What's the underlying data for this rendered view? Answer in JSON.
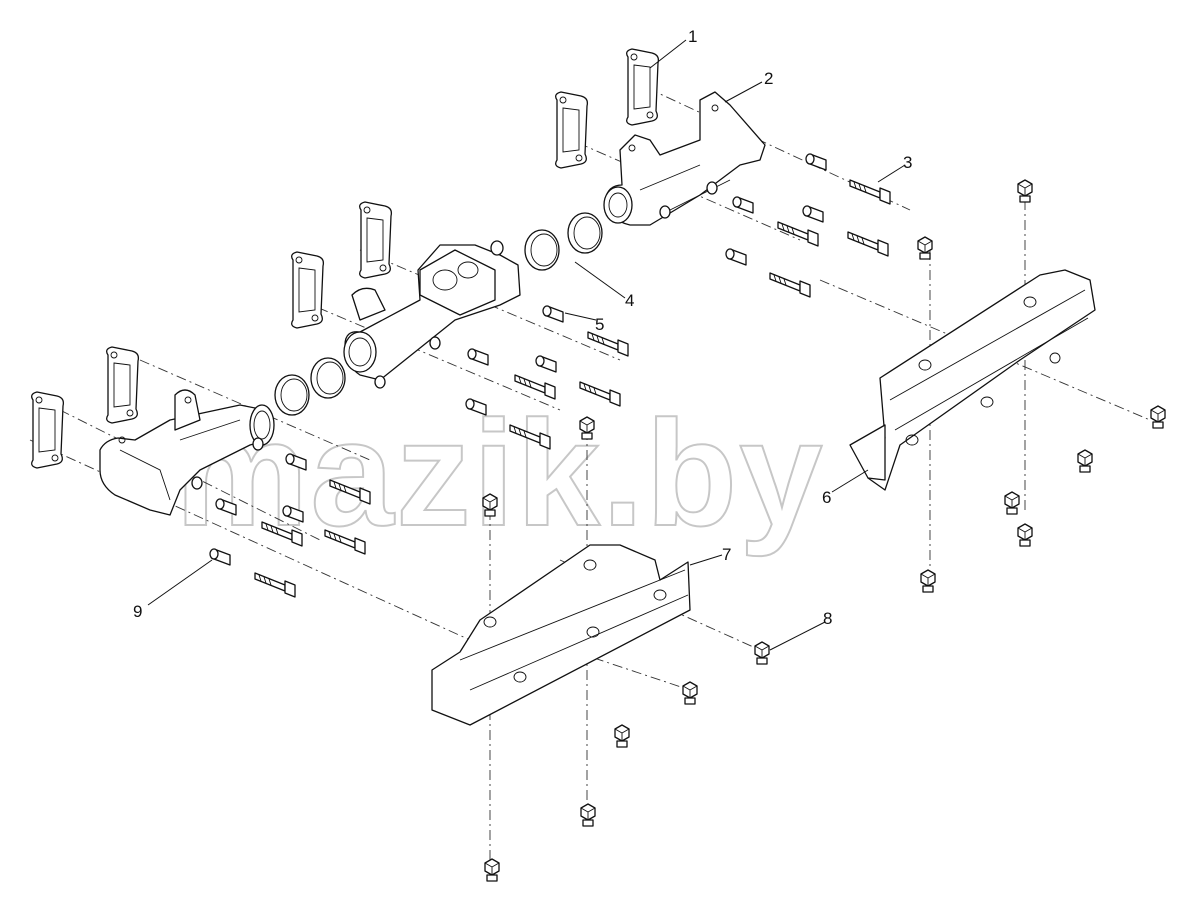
{
  "watermark": "mazik.by",
  "callouts": [
    "1",
    "2",
    "3",
    "4",
    "5",
    "6",
    "7",
    "8",
    "9"
  ]
}
